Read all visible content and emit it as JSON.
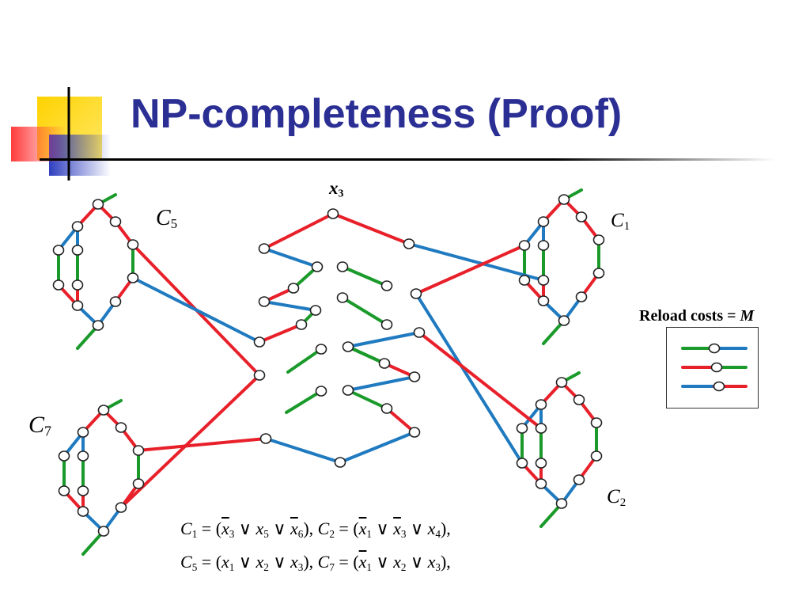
{
  "slide": {
    "title": "NP-completeness (Proof)",
    "accent_colors": {
      "yellow": "#ffd200",
      "red": "#ff4a4a",
      "blue": "#2f3fbf",
      "title": "#2b2f94"
    }
  },
  "variable_label": {
    "symbol": "x",
    "index": "3"
  },
  "clause_labels": [
    {
      "symbol": "C",
      "index": "5"
    },
    {
      "symbol": "C",
      "index": "1"
    },
    {
      "symbol": "C",
      "index": "7"
    },
    {
      "symbol": "C",
      "index": "2"
    }
  ],
  "legend": {
    "title_prefix": "Reload costs = ",
    "title_var": "M",
    "rows": [
      {
        "left": "green",
        "right": "blue"
      },
      {
        "left": "red",
        "right": "green"
      },
      {
        "left": "blue",
        "right": "red"
      }
    ]
  },
  "edge_colors": {
    "red": "#e8202a",
    "green": "#1a9a2a",
    "blue": "#1f7ac0"
  },
  "formulas": {
    "line1": {
      "c1_name": "C",
      "c1_idx": "1",
      "eq": " = (",
      "l1": "x",
      "l1_idx": "3",
      "or": " ∨ ",
      "l2": "x",
      "l2_idx": "5",
      "l3": "x",
      "l3_idx": "6",
      "mid": "), ",
      "c2_name": "C",
      "c2_idx": "2",
      "l4": "x",
      "l4_idx": "1",
      "l5": "x",
      "l5_idx": "3",
      "l6": "x",
      "l6_idx": "4",
      "end": "),"
    },
    "line2": {
      "c1_name": "C",
      "c1_idx": "5",
      "eq": " = (",
      "l1": "x",
      "l1_idx": "1",
      "or": " ∨ ",
      "l2": "x",
      "l2_idx": "2",
      "l3": "x",
      "l3_idx": "3",
      "mid": "), ",
      "c2_name": "C",
      "c2_idx": "7",
      "l4": "x",
      "l4_idx": "1",
      "l5": "x",
      "l5_idx": "2",
      "l6": "x",
      "l6_idx": "3",
      "end": "),"
    }
  }
}
